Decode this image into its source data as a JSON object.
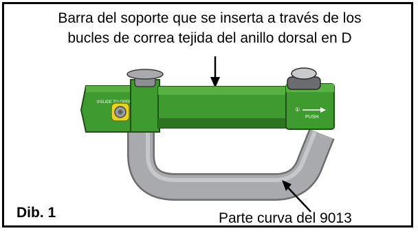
{
  "header": {
    "line1": "Barra del soporte que se inserta a través de los",
    "line2": "bucles de correa tejida del anillo dorsal en D"
  },
  "figure_label": "Dib. 1",
  "callout_bottom": "Parte curva del 9013",
  "device": {
    "left_badge_number": "②",
    "left_badge_text": "SLIDE TO OPEN",
    "right_badge_number": "①",
    "right_badge_text": "PUSH"
  },
  "colors": {
    "bar_green": "#3f9a2f",
    "bar_green_dark": "#2c7420",
    "curve_gray": "#a9aaad",
    "accent_yellow": "#e5d320"
  }
}
